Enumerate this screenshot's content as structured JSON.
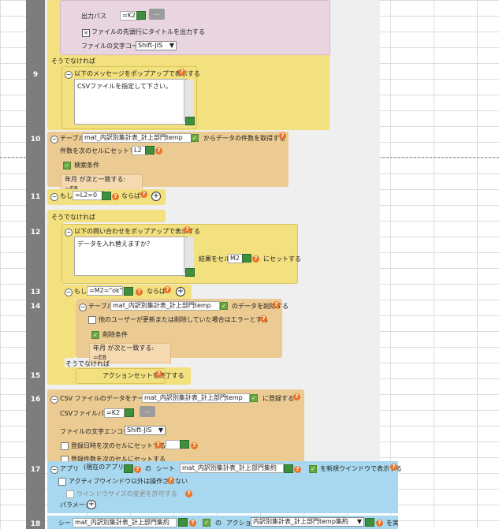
{
  "row_numbers": {
    "r9": "9",
    "r10": "10",
    "r11": "11",
    "r12": "12",
    "r13": "13",
    "r14": "14",
    "r15": "15",
    "r16": "16",
    "r17": "17",
    "r18": "18"
  },
  "export_block": {
    "output_path_label": "出力パス",
    "output_path_value": "=K2",
    "browse_label": "...",
    "title_row_label": "ファイルの先頭行にタイトルを出力する",
    "encoding_label": "ファイルの文字コード",
    "encoding_value": "Shift-JIS"
  },
  "else_label_1": "そうでなければ",
  "popup_msg": {
    "header": "以下のメッセージをポップアップで表示する",
    "text": "CSVファイルを指定して下さい。"
  },
  "count_block": {
    "table_label": "テーブル",
    "table_name": "mat_内訳別集計表_計上部門temp",
    "after_table": "からデータの件数を取得する",
    "set_cell_label": "件数を次のセルにセットする",
    "set_cell_value": "L2",
    "search_label": "検索条件",
    "condition": "年月 が次と一致する: =E8"
  },
  "if_block_1": {
    "moshi": "もし",
    "expr": "=L2=0",
    "naraba": "ならば"
  },
  "else_label_2": "そうでなければ",
  "query_block": {
    "header": "以下の問い合わせをポップアップで表示する",
    "text": "データを入れ替えますか？",
    "result_label": "結果をセル",
    "result_cell": "M2",
    "result_after": "にセットする"
  },
  "if_block_2": {
    "moshi": "もし",
    "expr": "=M2=\"ok\"",
    "naraba": "ならば"
  },
  "delete_block": {
    "table_label": "テーブル",
    "table_name": "mat_内訳別集計表_計上部門temp",
    "after_table": "のデータを削除する",
    "error_label": "他のユーザーが更新または削除していた場合はエラーとする",
    "delete_cond_label": "削除条件",
    "condition": "年月 が次と一致する: =E8"
  },
  "else_label_3": "そうでなければ",
  "end_action_label": "アクションセットを終了する",
  "csv_register": {
    "prefix": "CSV ファイルのデータをテーブル",
    "table_name": "mat_内訳別集計表_計上部門temp",
    "suffix": "に登録する",
    "path_label": "CSVファイルパス",
    "path_value": "=K2",
    "browse_label": "...",
    "encoding_label": "ファイルの文字エンコード",
    "encoding_value": "Shift-JIS",
    "reg_datetime_label": "登録日時を次のセルにセットする",
    "reg_count_label": "登録件数を次のセルにセットする"
  },
  "app_block": {
    "app_label": "アプリ",
    "app_value": "(現在のアプリ)",
    "no": "の",
    "sheet_label": "シート",
    "sheet_value": "mat_内訳別集計表_計上部門集約",
    "new_window_label": "を新規ウインドウで表示する",
    "active_only_label": "アクティブウインドウ以外は操作させない",
    "resize_label": "ウインドウサイズの変更を許可する",
    "param_label": "パラメータ"
  },
  "sheet_action": {
    "sheet_label": "シート",
    "sheet_value": "mat_内訳別集計表_計上部門集約",
    "no": "の",
    "action_label": "アクション",
    "action_value": "内訳別集計表_計上部門temp集約",
    "suffix": "を実行"
  },
  "colors": {
    "yellow": "#f3e07e",
    "tan": "#ebcb92",
    "pink": "#e9d5df",
    "blue": "#a8d8ef",
    "gutter": "#7d7d7d",
    "help": "#e8752a"
  }
}
